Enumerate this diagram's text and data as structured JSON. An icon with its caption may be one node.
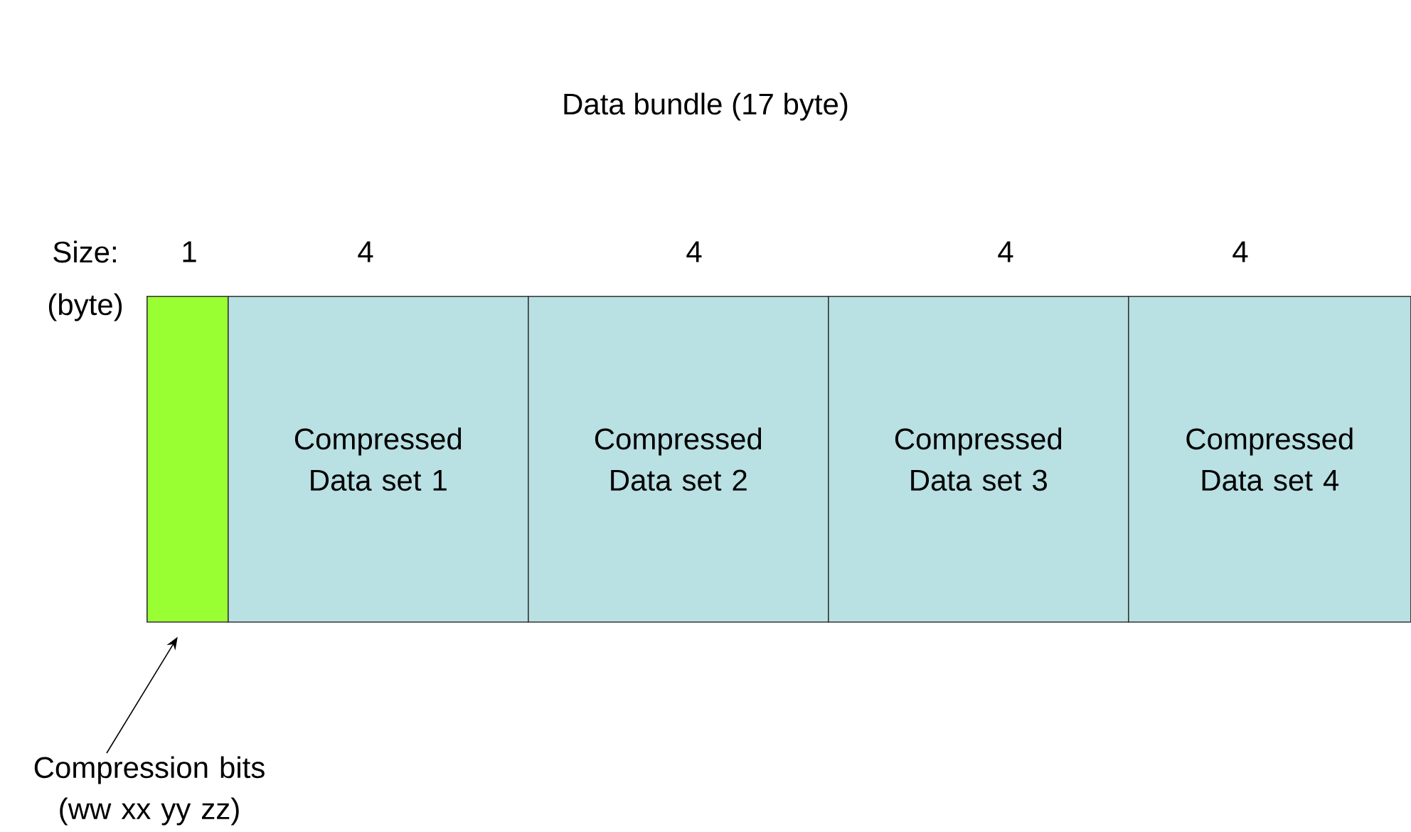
{
  "diagram": {
    "title": "Data bundle (17 byte)",
    "nodes": [
      {
        "text": [],
        "shape": "box"
      },
      {
        "text": [
          "Compressed Data set 1"
        ]
      },
      {
        "text": [
          "Compressed Data set 2"
        ]
      },
      {
        "text": [
          "Compressed Data set 3"
        ]
      },
      {
        "text": [
          "Compressed Data set 4"
        ]
      },
      {
        "text": [
          "Compression bits (ww xx yy zz)"
        ]
      }
    ],
    "edges": [
      {
        "from": 5,
        "to": 0,
        "arrow": "to"
      }
    ],
    "labels": [
      "Size:",
      "1",
      "4",
      "4",
      "4",
      "4",
      "(byte)"
    ]
  }
}
